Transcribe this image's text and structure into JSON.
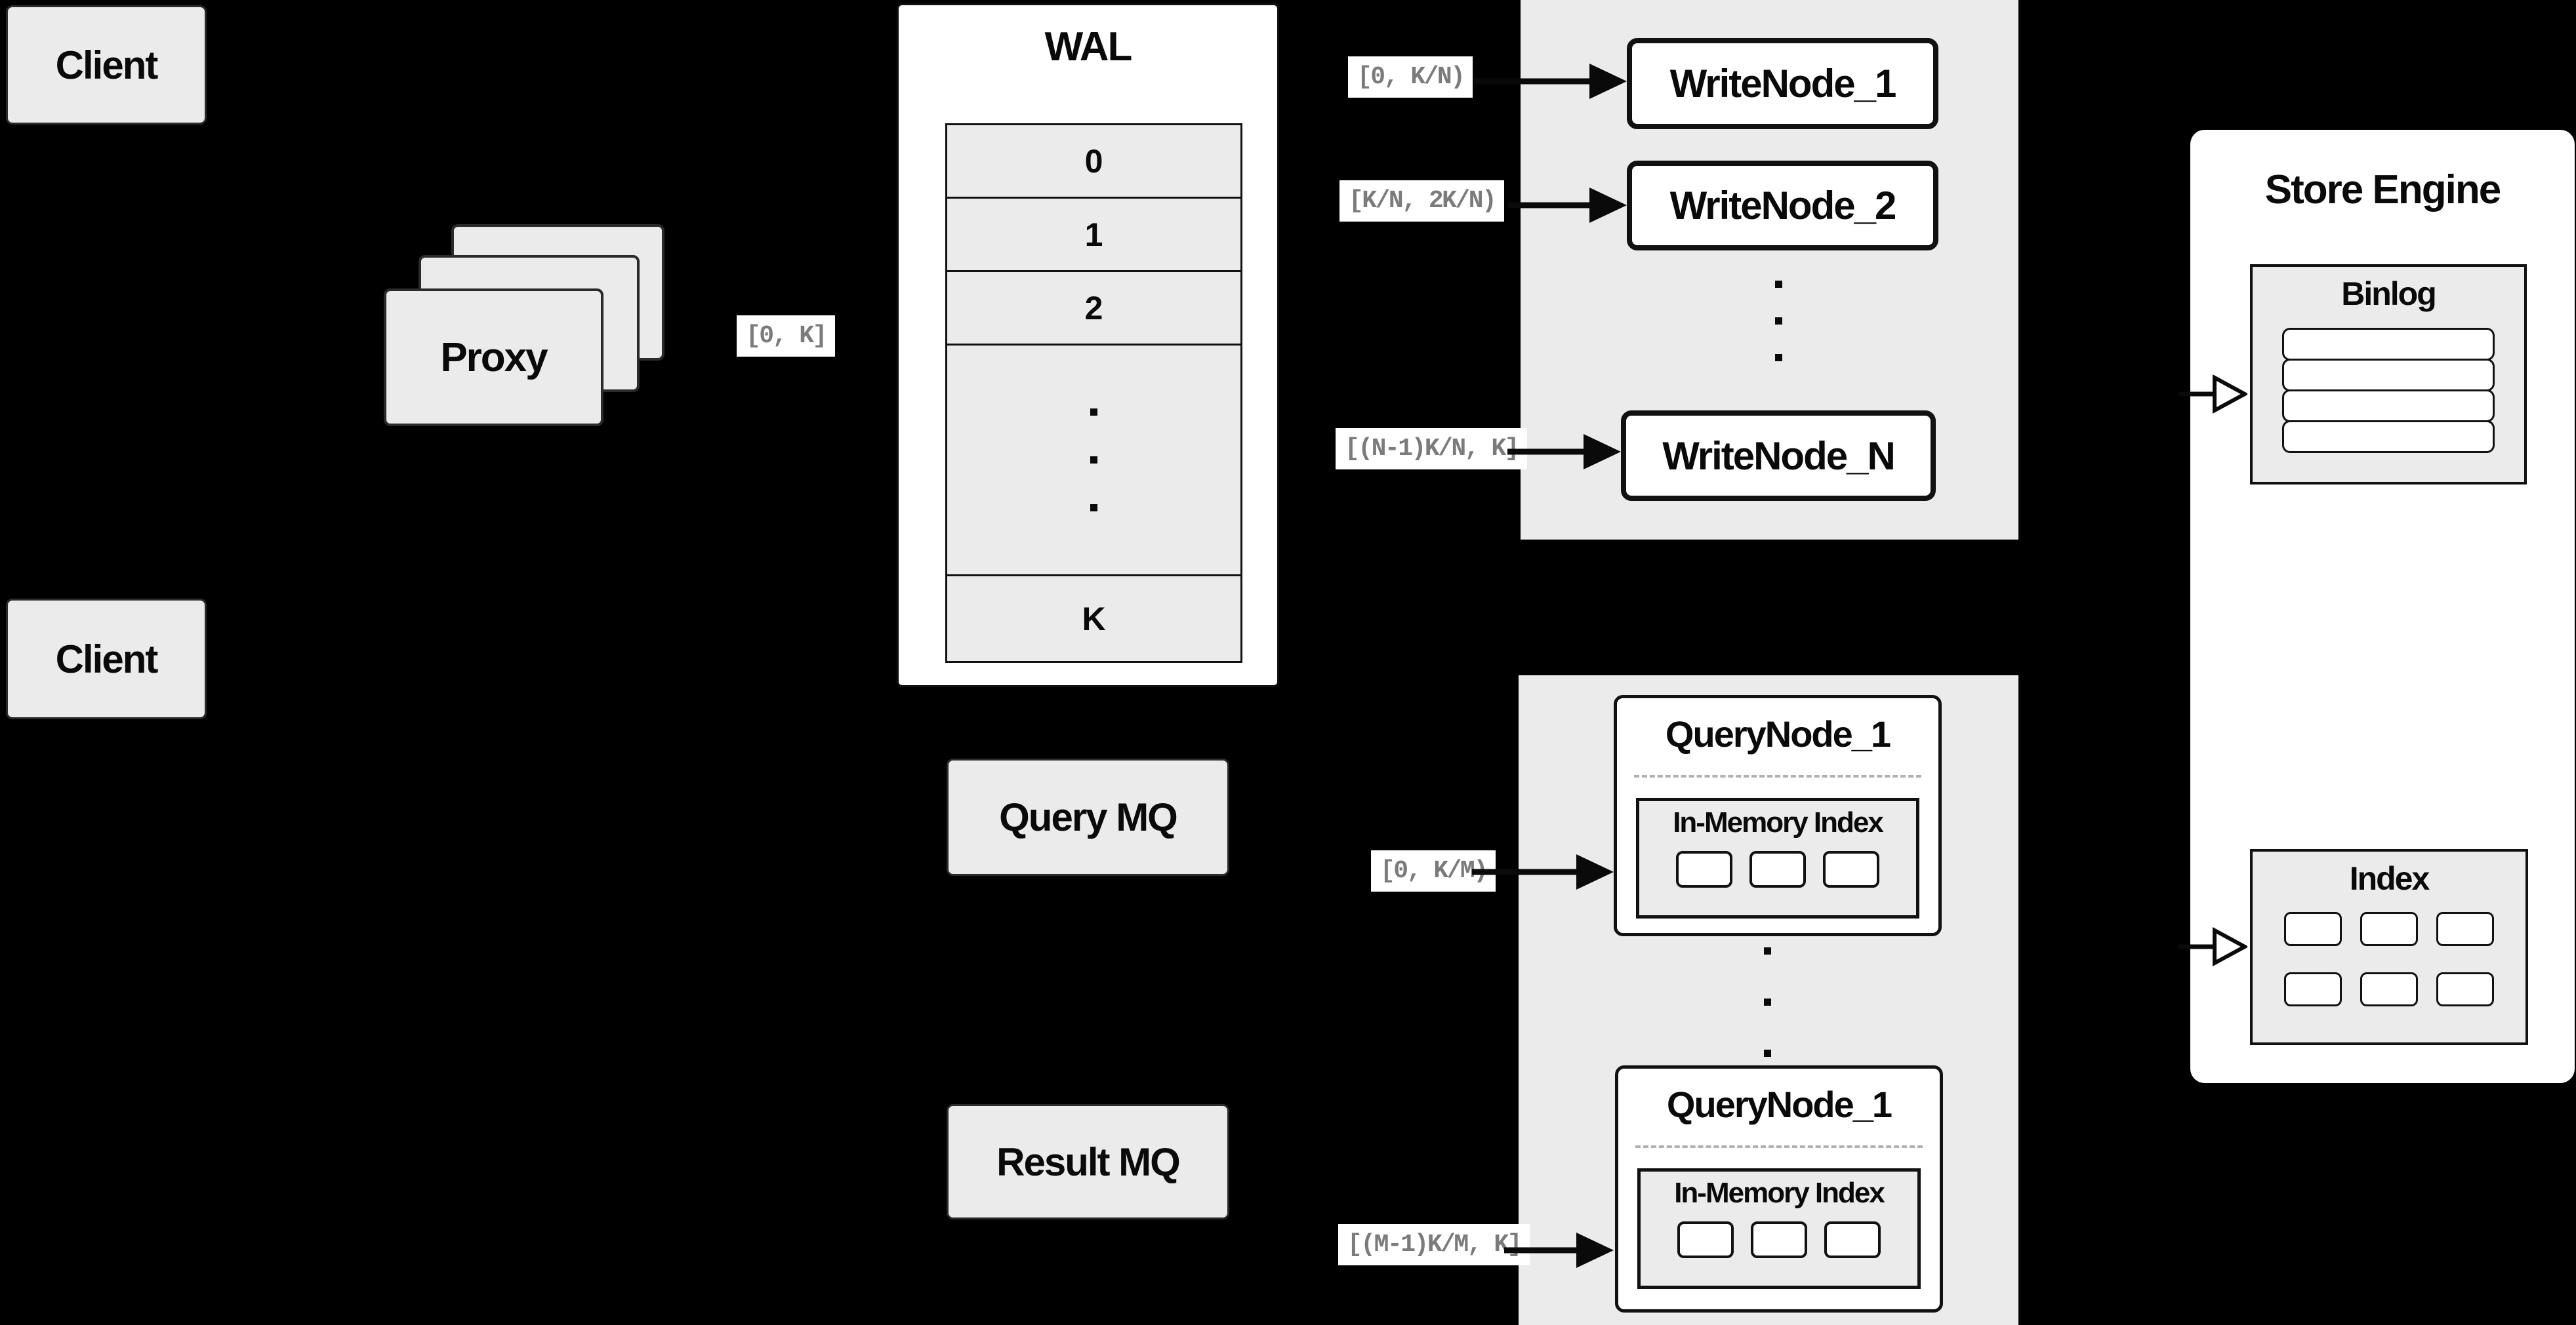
{
  "colors": {
    "background": "#000000",
    "panel_gray": "#ebebeb",
    "box_white": "#ffffff",
    "border_dark": "#111111",
    "range_label_text": "#7b7b7b",
    "dashed_separator": "#b0b0b0"
  },
  "clients": [
    {
      "label": "Client"
    },
    {
      "label": "Client"
    }
  ],
  "proxy": {
    "label": "Proxy"
  },
  "wal": {
    "title": "WAL",
    "cells": [
      "0",
      "1",
      "2",
      "K"
    ]
  },
  "range_labels": {
    "proxy_to_wal": "[0, K]",
    "write_1": "[0, K/N)",
    "write_2": "[K/N, 2K/N)",
    "write_n": "[(N-1)K/N, K]",
    "query_1": "[0, K/M)",
    "query_m": "[(M-1)K/M, K]"
  },
  "write_nodes": {
    "nodes": [
      "WriteNode_1",
      "WriteNode_2",
      "WriteNode_N"
    ]
  },
  "mq": {
    "query": "Query MQ",
    "result": "Result MQ"
  },
  "query_nodes": {
    "nodes": [
      {
        "title": "QueryNode_1",
        "inner": "In-Memory Index"
      },
      {
        "title": "QueryNode_1",
        "inner": "In-Memory Index"
      }
    ]
  },
  "store_engine": {
    "title": "Store Engine",
    "binlog": "Binlog",
    "index": "Index"
  }
}
